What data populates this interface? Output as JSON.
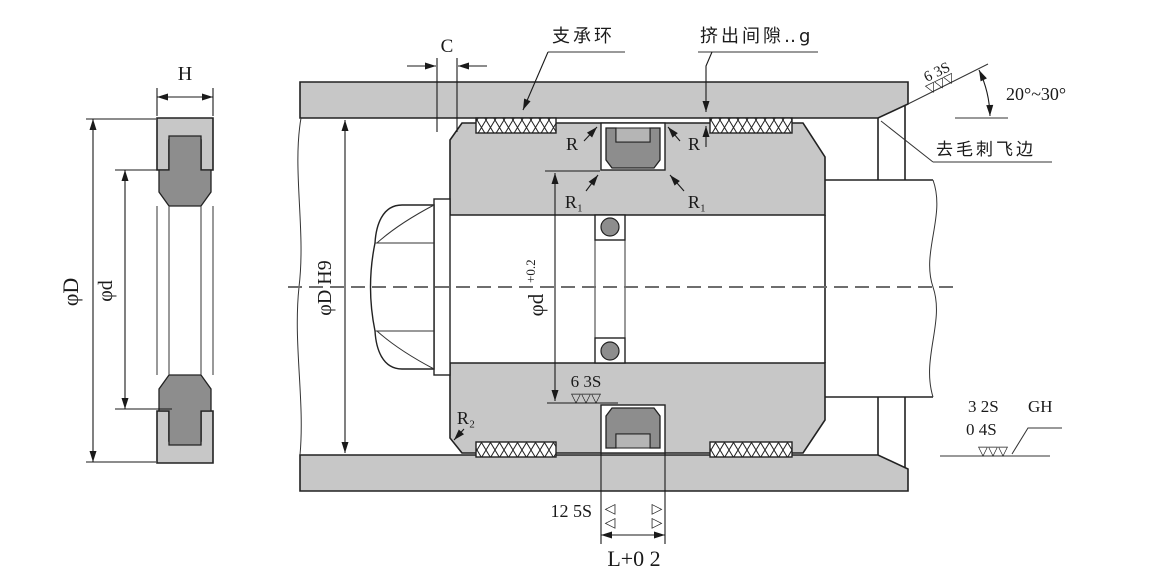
{
  "drawing": {
    "labels": {
      "H": "H",
      "phiD": "φD",
      "phid": "φd",
      "C": "C",
      "phiD_H9": "φD H9",
      "phid_main": "φd",
      "phid_tol": "+0.2",
      "R": "R",
      "R1": "R₁",
      "R2": "R₂",
      "angle": "20°~30°",
      "support_ring": "支承环",
      "extrusion_gap": "挤出间隙‥g",
      "deburr": "去毛刺飞边",
      "L": "L+0 2"
    },
    "finish": {
      "chamfer": "6 3S",
      "groove_root": "6 3S",
      "groove_side": "12 5S",
      "rod_line1a": "3 2S",
      "rod_line1b": "GH",
      "rod_line2": "0 4S"
    },
    "symbols": {
      "tri3": "▽▽▽",
      "triL": "◁",
      "triR": "▷"
    }
  }
}
